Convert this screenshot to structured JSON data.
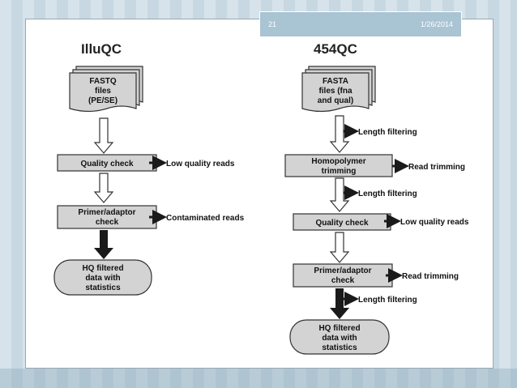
{
  "slide": {
    "number": "21",
    "date": "1/26/2014"
  },
  "left": {
    "title": "IlluQC",
    "input": [
      "FASTQ",
      "files",
      "(PE/SE)"
    ],
    "step1": "Quality check",
    "step1_out": "Low quality reads",
    "step2": [
      "Primer/adaptor",
      "check"
    ],
    "step2_out": "Contaminated reads",
    "result": [
      "HQ filtered",
      "data with",
      "statistics"
    ]
  },
  "right": {
    "title": "454QC",
    "input": [
      "FASTA",
      "files (fna",
      "and qual)"
    ],
    "filter1": "Length filtering",
    "step1": [
      "Homopolymer",
      "trimming"
    ],
    "step1_out": "Read trimming",
    "filter2": "Length filtering",
    "step2": "Quality check",
    "step2_out": "Low quality reads",
    "step3": [
      "Primer/adaptor",
      "check"
    ],
    "step3_out": "Read trimming",
    "filter3": "Length filtering",
    "result": [
      "HQ filtered",
      "data with",
      "statistics"
    ]
  }
}
